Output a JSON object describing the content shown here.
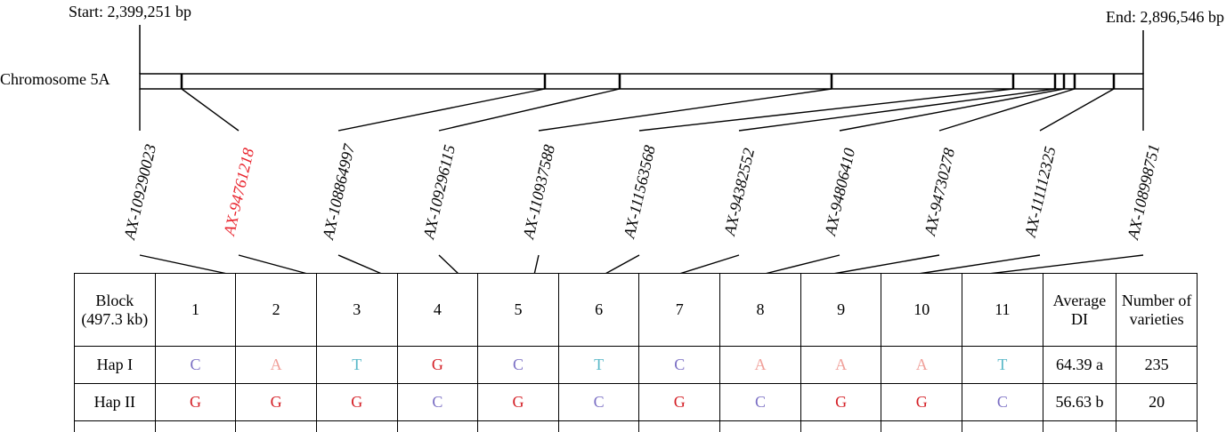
{
  "chromosome": {
    "name": "Chromosome 5A",
    "start_label": "Start: 2,399,251 bp",
    "end_label": "End: 2,896,546 bp"
  },
  "markers": [
    {
      "id": "AX-109290023",
      "color": "#000000"
    },
    {
      "id": "AX-94761218",
      "color": "#e8202a"
    },
    {
      "id": "AX-108864997",
      "color": "#000000"
    },
    {
      "id": "AX-109296115",
      "color": "#000000"
    },
    {
      "id": "AX-110937588",
      "color": "#000000"
    },
    {
      "id": "AX-111563568",
      "color": "#000000"
    },
    {
      "id": "AX-94382552",
      "color": "#000000"
    },
    {
      "id": "AX-94806410",
      "color": "#000000"
    },
    {
      "id": "AX-94730278",
      "color": "#000000"
    },
    {
      "id": "AX-111112325",
      "color": "#000000"
    },
    {
      "id": "AX-108998751",
      "color": "#000000"
    }
  ],
  "table": {
    "block_header": "Block",
    "block_size": "(497.3 kb)",
    "columns": [
      "1",
      "2",
      "3",
      "4",
      "5",
      "6",
      "7",
      "8",
      "9",
      "10",
      "11"
    ],
    "avg_header": "Average DI",
    "count_header": "Number of varieties",
    "rows": [
      {
        "name": "Hap I",
        "alleles": [
          "C",
          "A",
          "T",
          "G",
          "C",
          "T",
          "C",
          "A",
          "A",
          "A",
          "T"
        ],
        "avg": "64.39 a",
        "count": "235"
      },
      {
        "name": "Hap II",
        "alleles": [
          "G",
          "G",
          "G",
          "C",
          "G",
          "C",
          "G",
          "C",
          "G",
          "G",
          "C"
        ],
        "avg": "56.63 b",
        "count": "20"
      }
    ]
  },
  "base_colors": {
    "A": "#f0a09a",
    "C": "#7b6fc4",
    "G": "#d41f26",
    "T": "#58b8c8"
  }
}
